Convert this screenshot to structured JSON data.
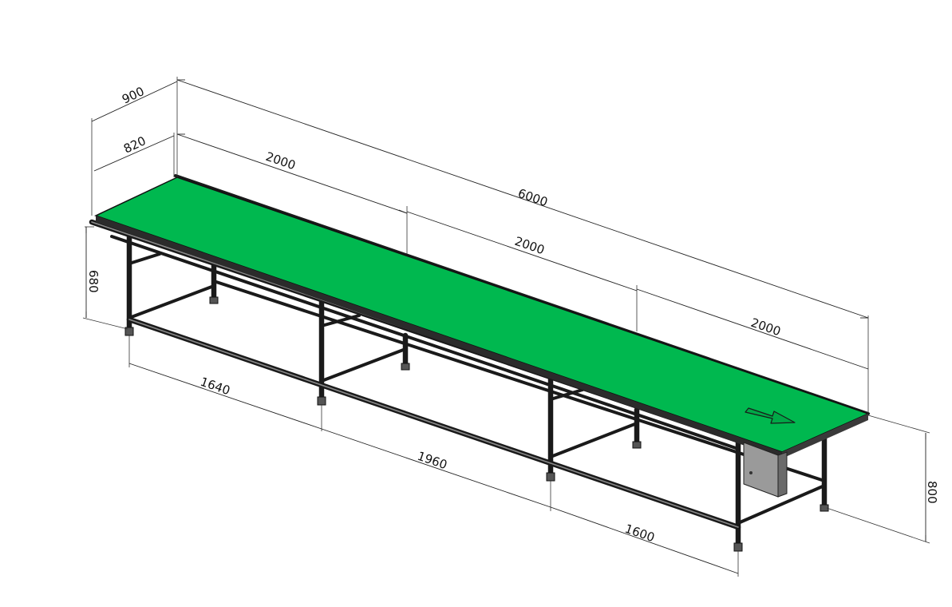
{
  "dimensions": {
    "overall_length": "6000",
    "segment_1": "2000",
    "segment_2": "2000",
    "segment_3": "2000",
    "outer_width": "900",
    "belt_width": "820",
    "height_infeed": "680",
    "height_outfeed": "800",
    "leg_span_1": "1640",
    "leg_span_2": "1960",
    "leg_span_3": "1600"
  },
  "colors": {
    "belt": "#00b84f",
    "frame": "#1a1a1a",
    "motor_box": "#9a9a9a",
    "background": "#ffffff"
  },
  "icons": {
    "direction_arrow": "direction-arrow-icon"
  }
}
